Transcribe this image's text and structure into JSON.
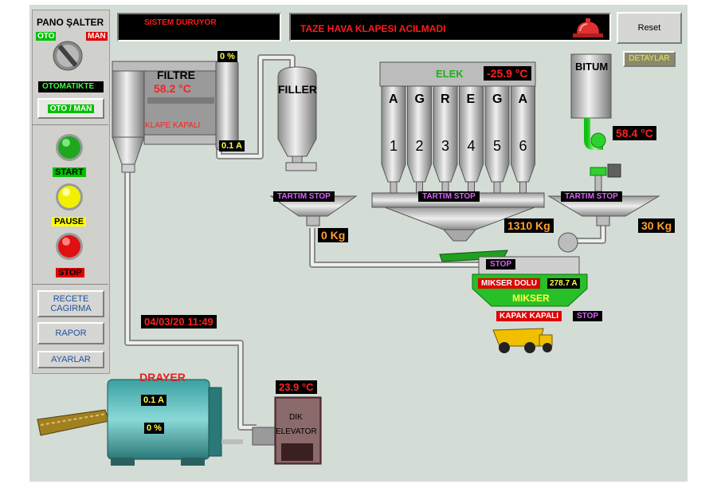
{
  "header": {
    "system_status": "SISTEM DURUYOR",
    "alarm_message": "TAZE HAVA KLAPESI ACILMADI",
    "reset_label": "Reset",
    "details_label": "DETAYLAR"
  },
  "left_panel": {
    "switch_title": "PANO ŞALTER",
    "oto_label": "OTO",
    "man_label": "MAN",
    "mode_status": "OTOMATIKTE",
    "mode_button": "OTO / MAN",
    "start_label": "START",
    "pause_label": "PAUSE",
    "stop_label": "STOP",
    "menu": [
      {
        "label_line1": "RECETE",
        "label_line2": "CAGIRMA"
      },
      {
        "label_line1": "RAPOR",
        "label_line2": ""
      },
      {
        "label_line1": "AYARLAR",
        "label_line2": ""
      }
    ]
  },
  "filter": {
    "title": "FILTRE",
    "temperature": "58.2 °C",
    "damper_status": "KLAPE KAPALI",
    "fan_percent": "0 %",
    "fan_current": "0.1 A"
  },
  "filler": {
    "title": "FILLER",
    "weigh_status": "TARTIM STOP",
    "weight": "0 Kg"
  },
  "screen": {
    "title": "ELEK",
    "temperature": "-25.9 °C",
    "bins_letters": [
      "A",
      "G",
      "R",
      "E",
      "G",
      "A"
    ],
    "bins_numbers": [
      "1",
      "2",
      "3",
      "4",
      "5",
      "6"
    ],
    "weigh_status": "TARTIM STOP",
    "weight": "1310 Kg"
  },
  "bitumen": {
    "title": "BITUM",
    "temperature": "58.4 °C",
    "weigh_status": "TARTIM STOP",
    "weight": "30 Kg"
  },
  "mixer": {
    "title": "MIKSER",
    "conveyor_status": "STOP",
    "full_status": "MIKSER DOLU",
    "current": "278.7 A",
    "cover_status": "KAPAK KAPALI",
    "truck_status": "STOP"
  },
  "datetime": "04/03/20 11:49",
  "dryer": {
    "title": "DRAYER",
    "current": "0.1 A",
    "percent": "0 %"
  },
  "elevator": {
    "temperature": "23.9 °C",
    "label_line1": "DIK",
    "label_line2": "ELEVATOR"
  },
  "colors": {
    "background": "#d4dcd6",
    "alarm_red": "#ff1a1a",
    "status_green": "#00c000",
    "stop_purple": "#e060ff"
  }
}
